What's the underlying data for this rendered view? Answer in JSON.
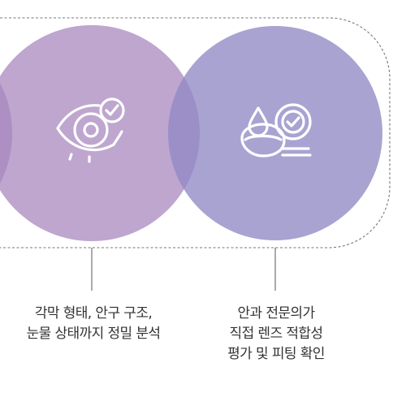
{
  "colors": {
    "background": "#ffffff",
    "circle_left_partial": "#b690c4",
    "circle_middle": "#bea6cf",
    "circle_right": "#a8a3d1",
    "overlap_left": "#ad8fc3",
    "overlap_right": "#9c8fc8",
    "icon_stroke": "#ffffff",
    "dashed_outline": "#777777",
    "connector_line": "#555555",
    "caption_text": "#333333"
  },
  "diagram": {
    "nodes": [
      {
        "id": "eye-structure",
        "icon": "eye-check-icon",
        "caption_lines": [
          "각막 형태, 안구 구조,",
          "눈물 상태까지 정밀 분석"
        ]
      },
      {
        "id": "lens-fitting",
        "icon": "contact-lens-check-icon",
        "caption_lines": [
          "안과 전문의가",
          "직접 렌즈 적합성",
          "평가 및 피팅 확인"
        ]
      }
    ]
  }
}
